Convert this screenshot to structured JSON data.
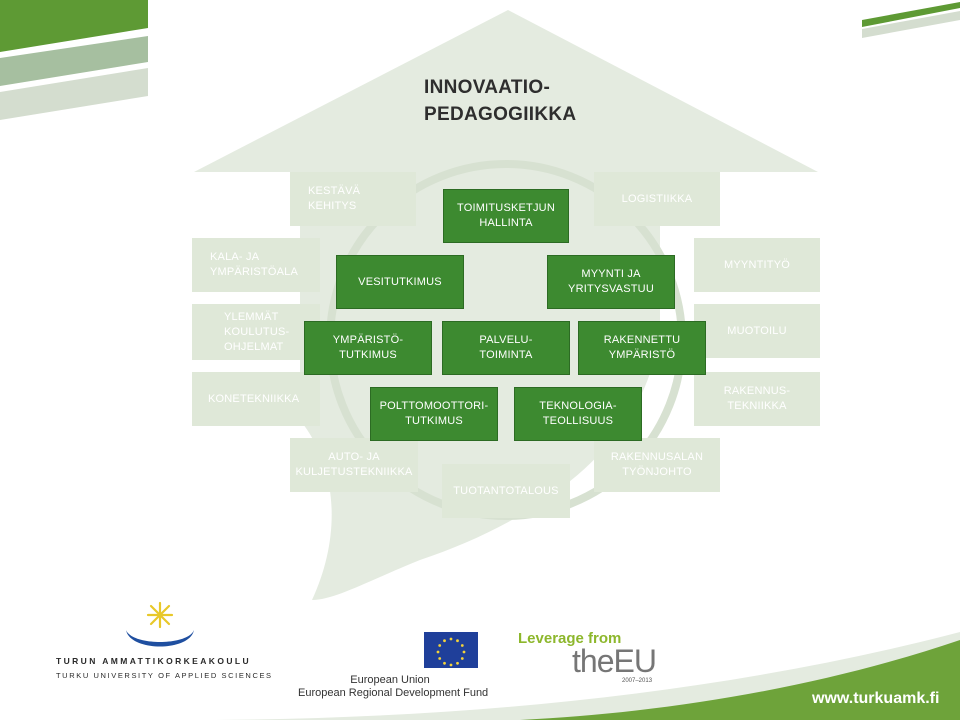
{
  "title": "INNOVAATIO-\nPEDAGOGIIKKA",
  "outer_fields": [
    "KESTÄVÄ\nKEHITYS",
    "LOGISTIIKKA",
    "KALA- JA\nYMPÄRISTÖALA",
    "MYYNTITYÖ",
    "YLEMMÄT\nKOULUTUS-\nOHJELMAT",
    "MUOTOILU",
    "KONETEKNIIKKA",
    "RAKENNUS-\nTEKNIIKKA",
    "AUTO- JA\nKULJETUSTEKNIIKKA",
    "TUOTANTOTALOUS",
    "RAKENNUSALAN\nTYÖNJOHTO"
  ],
  "inner_fields": [
    "TOIMITUSKETJUN\nHALLINTA",
    "VESITUTKIMUS",
    "MYYNTI JA\nYRITYSVASTUU",
    "YMPÄRISTÖ-\nTUTKIMUS",
    "PALVELU-\nTOIMINTA",
    "RAKENNETTU\nYMPÄRISTÖ",
    "POLTTOMOOTTORI-\nTUTKIMUS",
    "TEKNOLOGIA-\nTEOLLISUUS"
  ],
  "footer": {
    "tamk_name": "TURUN AMMATTIKORKEAKOULU",
    "tamk_subtitle": "TURKU UNIVERSITY OF APPLIED SCIENCES",
    "eu_label": "European Union",
    "eu_fund": "European Regional Development Fund",
    "leverage_line1": "Leverage from",
    "leverage_line2": "theEU",
    "leverage_years": "2007–2013",
    "url": "www.turkuamk.fi"
  },
  "colors": {
    "accent_green": "#3d8a30",
    "pale_green": "#dfe8d8",
    "wave_green": "#6ea33a"
  }
}
